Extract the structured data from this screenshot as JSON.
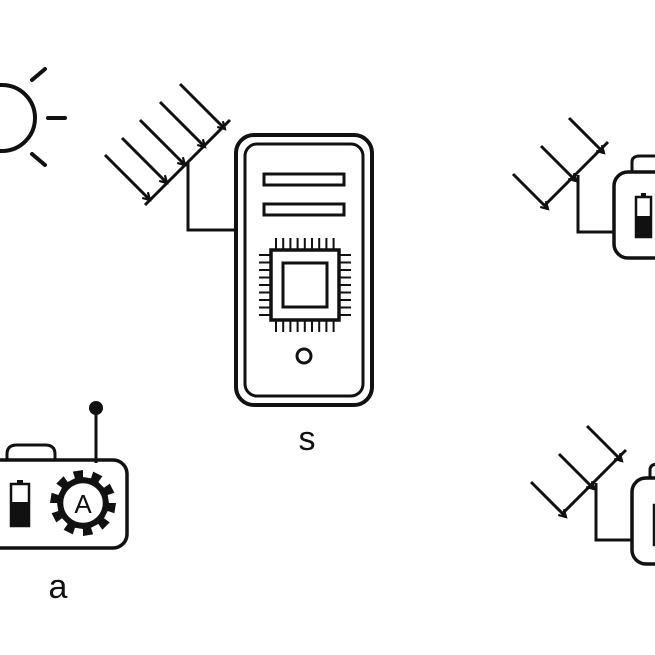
{
  "colors": {
    "stroke": "#111111",
    "background": "#ffffff"
  },
  "labels": {
    "server": "s",
    "agent": "a"
  },
  "icons": {
    "sun": "sun-icon",
    "solar_panel": "solar-panel-icon",
    "server": "server-tower-icon",
    "cpu": "cpu-chip-icon",
    "battery": "battery-icon",
    "gear": "gear-icon",
    "antenna": "antenna-icon",
    "node": "iot-node-icon"
  },
  "gear_letter": "A"
}
